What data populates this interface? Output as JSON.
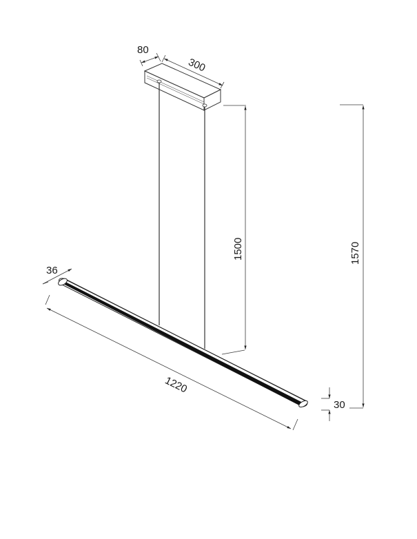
{
  "drawing": {
    "title": "",
    "subject": "Linear pendant lamp dimension drawing",
    "units": "mm"
  },
  "dimensions": {
    "canopy_width": "80",
    "canopy_length": "300",
    "cable_length": "1500",
    "total_height": "1570",
    "bar_width": "36",
    "bar_length": "1220",
    "bar_height": "30"
  },
  "colors": {
    "line": "#333333",
    "fill_dark": "#111111",
    "background": "#ffffff"
  }
}
